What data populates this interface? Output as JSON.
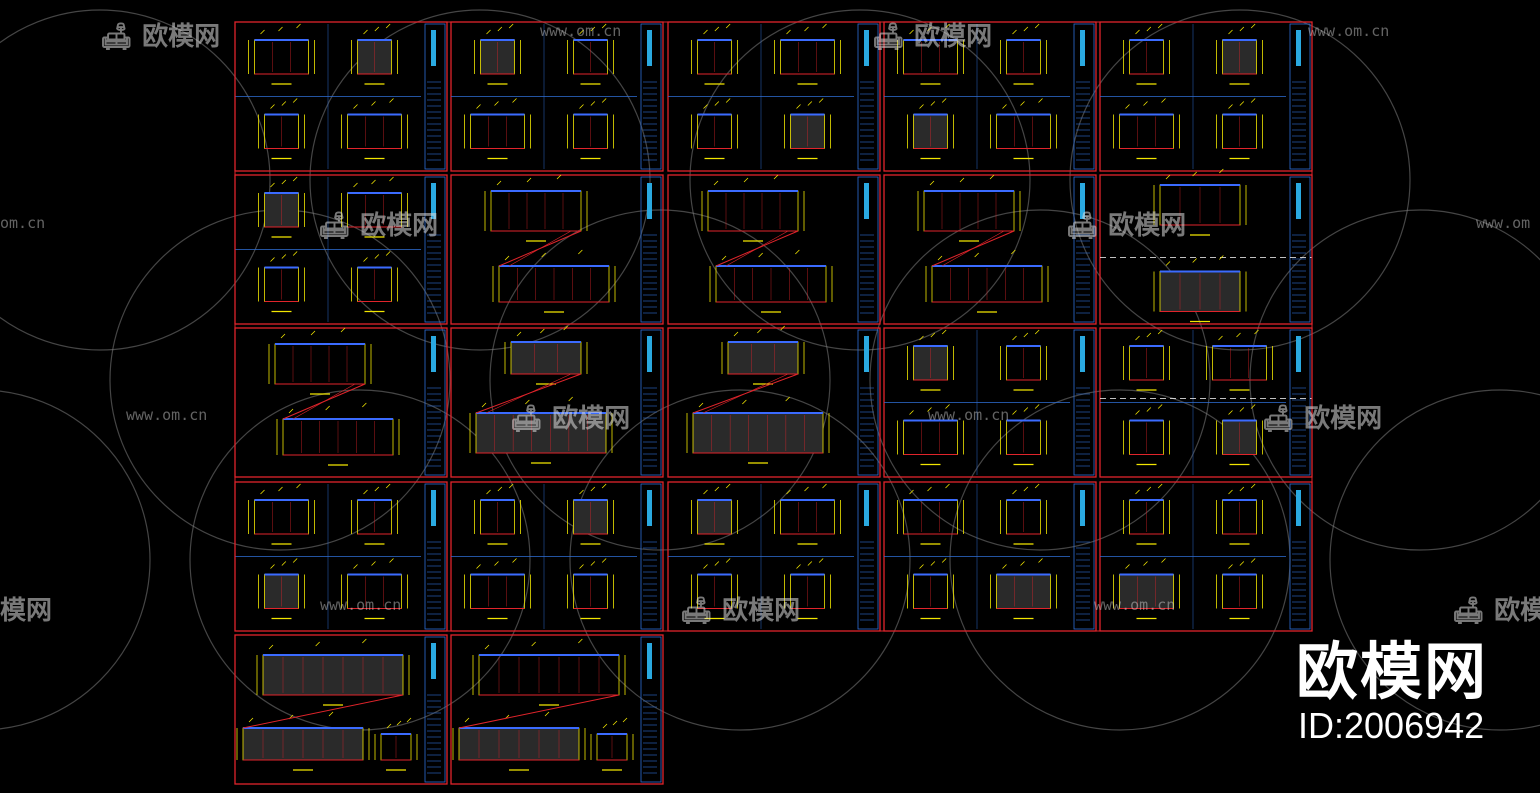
{
  "watermark": {
    "brand": "欧模网",
    "id_text": "ID:2006942",
    "url": "www.om.cn",
    "url_short": "om.cn",
    "url_prefix": "www.om",
    "brand_partial": "欧模",
    "brand_partial_right": "模网"
  },
  "colors": {
    "background": "#000000",
    "sheet_border": "#e0242b",
    "title_block": "#2f6fd6",
    "dimension": "#f2e600",
    "wall": "#3b6bff",
    "annotation": "#e0242b",
    "fill": "#8a8a8a",
    "watermark_arc": "#7d7d7d"
  }
}
